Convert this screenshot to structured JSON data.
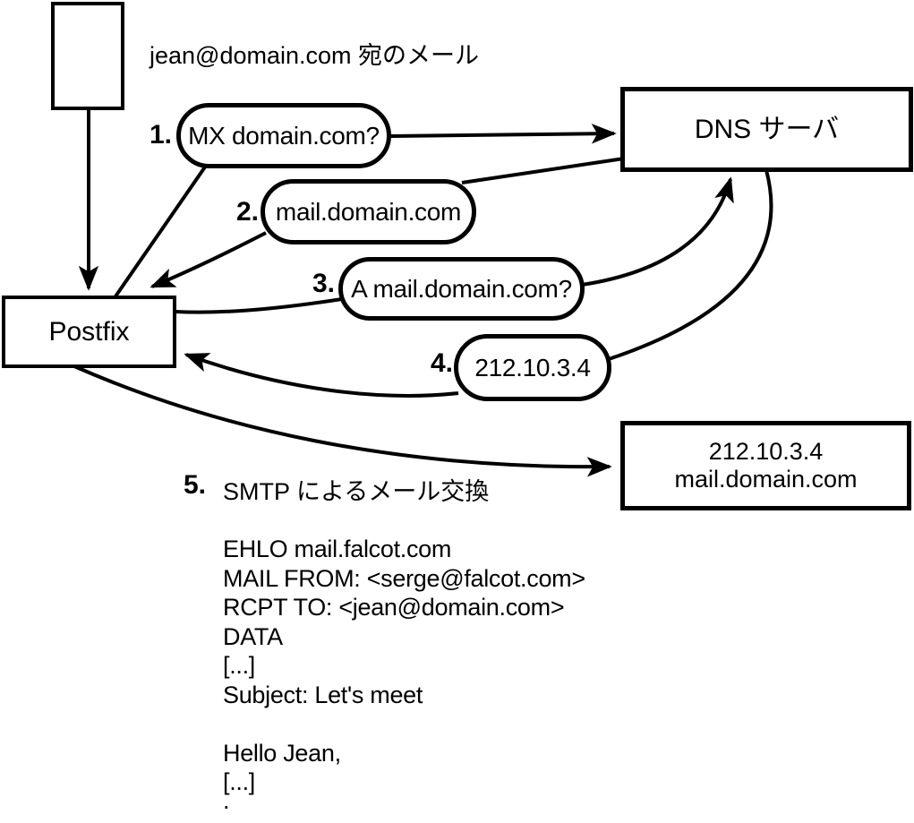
{
  "colors": {
    "ink": "#000000",
    "background": "#ffffff"
  },
  "caption": "jean@domain.com 宛のメール",
  "nodes": {
    "postfix": "Postfix",
    "dns_server": "DNS サーバ",
    "mail_server_ip": "212.10.3.4",
    "mail_server_host": "mail.domain.com"
  },
  "steps": [
    {
      "num": "1.",
      "label": "MX domain.com?"
    },
    {
      "num": "2.",
      "label": "mail.domain.com"
    },
    {
      "num": "3.",
      "label": "A mail.domain.com?"
    },
    {
      "num": "4.",
      "label": "212.10.3.4"
    },
    {
      "num": "5.",
      "label": "SMTP によるメール交換"
    }
  ],
  "smtp_session": [
    "EHLO mail.falcot.com",
    "MAIL FROM: <serge@falcot.com>",
    "RCPT TO: <jean@domain.com>",
    "DATA",
    "[...]",
    "Subject: Let's meet",
    "",
    "Hello Jean,",
    "[...]",
    "",
    "."
  ]
}
